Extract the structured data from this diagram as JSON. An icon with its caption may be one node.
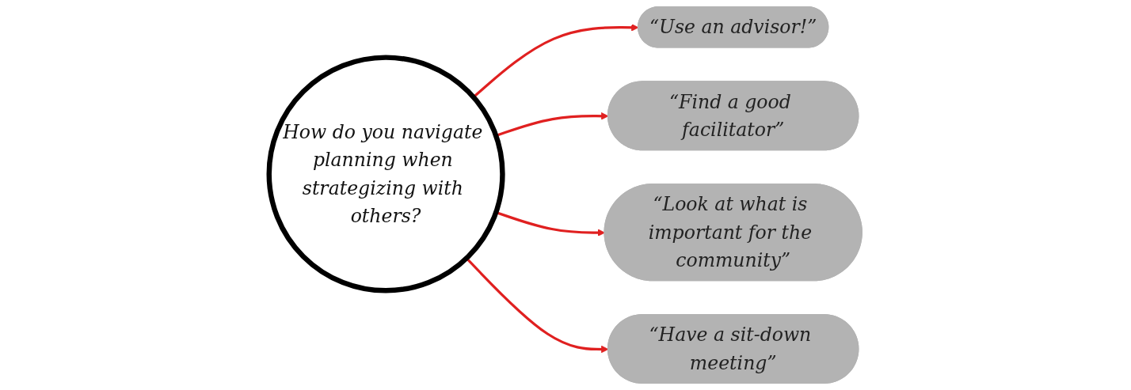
{
  "diagram": {
    "nodes": [
      {
        "text": [
          "How do you navigate planning when strategizing with others?"
        ]
      },
      {
        "text": [
          "“Use an advisor!”"
        ]
      },
      {
        "text": [
          "“Find a good facilitator”"
        ]
      },
      {
        "text": [
          "“Look at what is important for the community”"
        ]
      },
      {
        "text": [
          "“Have a sit-down meeting”"
        ]
      }
    ],
    "edges": [
      {
        "from": 0,
        "to": 1,
        "arrow": "to"
      },
      {
        "from": 0,
        "to": 2,
        "arrow": "to"
      },
      {
        "from": 0,
        "to": 3,
        "arrow": "to"
      },
      {
        "from": 0,
        "to": 4,
        "arrow": "to"
      }
    ]
  }
}
